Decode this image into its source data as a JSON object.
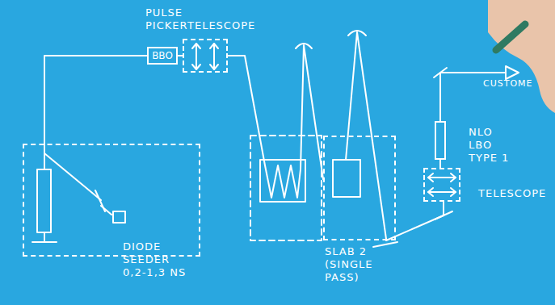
{
  "diagram": {
    "nodes": [
      {
        "text": [
          "DIODE SEEDER 0,2-1,3 NS"
        ]
      },
      {
        "text": [
          "PULSE PICKER",
          "BBO"
        ]
      },
      {
        "text": [
          "TELESCOPE"
        ]
      },
      {
        "text": [
          "SLAB 2 (SINGLE PASS)"
        ]
      },
      {
        "text": [
          "NLO LBO TYPE 1"
        ]
      },
      {
        "text": [
          "TELESCOPE"
        ]
      }
    ],
    "edges": [
      {
        "from": 0,
        "to": 1,
        "arrow": "none"
      },
      {
        "from": 1,
        "to": 2,
        "arrow": "none"
      },
      {
        "from": 2,
        "to": 3,
        "arrow": "none"
      },
      {
        "from": 3,
        "to": 5,
        "arrow": "none"
      },
      {
        "from": 5,
        "to": 4,
        "arrow": "none"
      }
    ],
    "labels": [
      "CUSTOME"
    ]
  }
}
